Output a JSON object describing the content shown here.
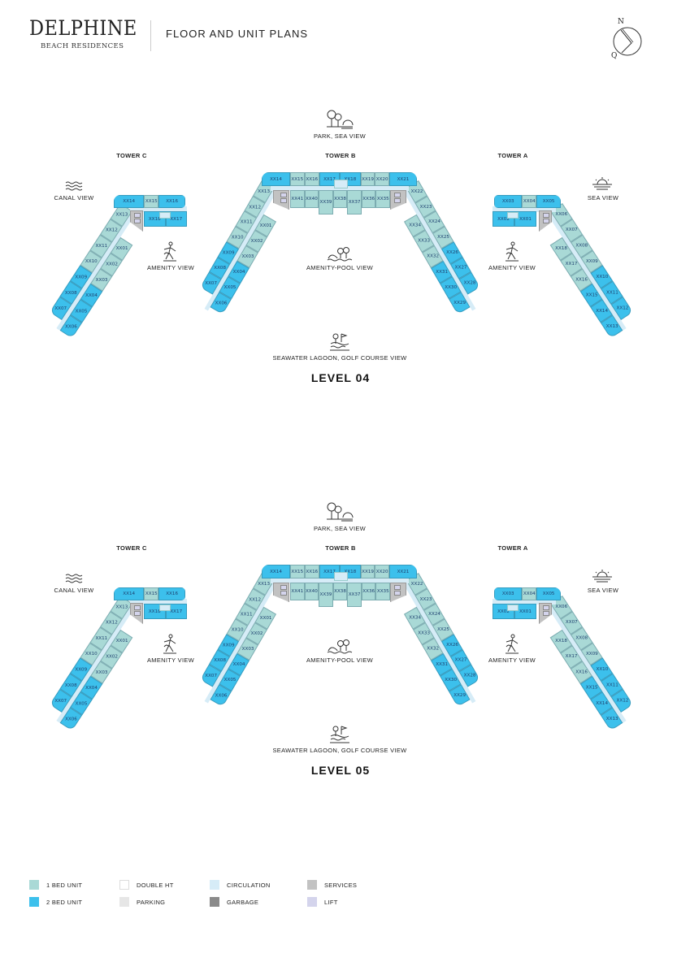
{
  "header": {
    "logo_main": "DELPHINE",
    "logo_sub": "BEACH RESIDENCES",
    "title": "FLOOR AND UNIT PLANS",
    "compass": {
      "north": "N",
      "south": "Q"
    }
  },
  "colors": {
    "one_bed": "#a9d9d6",
    "two_bed": "#3cc0ec",
    "double_ht": "#ffffff",
    "parking": "#e6e6e6",
    "circulation": "#d6ecf7",
    "garbage": "#8a8a8a",
    "services": "#c2c2c2",
    "lift": "#d4d4ec"
  },
  "levels": [
    {
      "title": "LEVEL 04",
      "views": {
        "top": "PARK, SEA VIEW",
        "left": "CANAL VIEW",
        "right": "SEA VIEW",
        "amenity_left": "AMENITY VIEW",
        "amenity_right": "AMENITY VIEW",
        "center": "AMENITY-POOL VIEW",
        "bottom": "SEAWATER LAGOON, GOLF COURSE VIEW"
      },
      "towers": {
        "c": {
          "name": "TOWER C",
          "row1": [
            {
              "u": "XX14",
              "t": 2
            },
            {
              "u": "XX15",
              "t": 1
            },
            {
              "u": "XX16",
              "t": 2
            }
          ],
          "row2": [
            {
              "u": "XX18",
              "t": 2
            },
            {
              "u": "XX17",
              "t": 2
            }
          ],
          "leg_outer": [
            {
              "u": "XX13",
              "t": 1
            },
            {
              "u": "XX12",
              "t": 1
            },
            {
              "u": "XX11",
              "t": 1
            },
            {
              "u": "XX10",
              "t": 1
            },
            {
              "u": "XX09",
              "t": 2
            },
            {
              "u": "XX08",
              "t": 2
            },
            {
              "u": "XX07",
              "t": 2
            }
          ],
          "leg_inner": [
            {
              "u": "XX01",
              "t": 1
            },
            {
              "u": "XX02",
              "t": 1
            },
            {
              "u": "XX03",
              "t": 1
            },
            {
              "u": "XX04",
              "t": 2
            },
            {
              "u": "XX05",
              "t": 2
            },
            {
              "u": "XX06",
              "t": 2
            }
          ]
        },
        "b": {
          "name": "TOWER B",
          "row1": [
            {
              "u": "XX14",
              "t": 2
            },
            {
              "u": "XX15",
              "t": 1
            },
            {
              "u": "XX16",
              "t": 1
            },
            {
              "u": "XX17",
              "t": 2
            },
            {
              "u": "XX18",
              "t": 2
            },
            {
              "u": "XX19",
              "t": 1
            },
            {
              "u": "XX20",
              "t": 1
            },
            {
              "u": "XX21",
              "t": 2
            }
          ],
          "row2": [
            {
              "u": "XX41",
              "t": 1
            },
            {
              "u": "XX40",
              "t": 1
            },
            {
              "u": "XX39",
              "t": 1
            },
            {
              "u": "XX38",
              "t": 1
            },
            {
              "u": "XX37",
              "t": 1
            },
            {
              "u": "XX36",
              "t": 1
            },
            {
              "u": "XX35",
              "t": 1
            }
          ],
          "leg_left_outer": [
            {
              "u": "XX13",
              "t": 1
            },
            {
              "u": "XX12",
              "t": 1
            },
            {
              "u": "XX11",
              "t": 1
            },
            {
              "u": "XX10",
              "t": 1
            },
            {
              "u": "XX09",
              "t": 2
            },
            {
              "u": "XX08",
              "t": 2
            },
            {
              "u": "XX07",
              "t": 2
            }
          ],
          "leg_left_inner": [
            {
              "u": "XX01",
              "t": 1
            },
            {
              "u": "XX02",
              "t": 1
            },
            {
              "u": "XX03",
              "t": 1
            },
            {
              "u": "XX04",
              "t": 2
            },
            {
              "u": "XX05",
              "t": 2
            },
            {
              "u": "XX06",
              "t": 2
            }
          ],
          "leg_right_outer": [
            {
              "u": "XX22",
              "t": 1
            },
            {
              "u": "XX23",
              "t": 1
            },
            {
              "u": "XX24",
              "t": 1
            },
            {
              "u": "XX25",
              "t": 1
            },
            {
              "u": "XX26",
              "t": 2
            },
            {
              "u": "XX27",
              "t": 2
            },
            {
              "u": "XX28",
              "t": 2
            }
          ],
          "leg_right_inner": [
            {
              "u": "XX34",
              "t": 1
            },
            {
              "u": "XX33",
              "t": 1
            },
            {
              "u": "XX32",
              "t": 1
            },
            {
              "u": "XX31",
              "t": 2
            },
            {
              "u": "XX30",
              "t": 2
            },
            {
              "u": "XX29",
              "t": 2
            }
          ]
        },
        "a": {
          "name": "TOWER A",
          "row1": [
            {
              "u": "XX03",
              "t": 2
            },
            {
              "u": "XX04",
              "t": 1
            },
            {
              "u": "XX05",
              "t": 2
            }
          ],
          "row2": [
            {
              "u": "XX02",
              "t": 2
            },
            {
              "u": "XX01",
              "t": 2
            }
          ],
          "leg_outer": [
            {
              "u": "XX06",
              "t": 1
            },
            {
              "u": "XX07",
              "t": 1
            },
            {
              "u": "XX08",
              "t": 1
            },
            {
              "u": "XX09",
              "t": 1
            },
            {
              "u": "XX10",
              "t": 2
            },
            {
              "u": "XX11",
              "t": 2
            },
            {
              "u": "XX12",
              "t": 2
            }
          ],
          "leg_inner": [
            {
              "u": "XX18",
              "t": 1
            },
            {
              "u": "XX17",
              "t": 1
            },
            {
              "u": "XX16",
              "t": 1
            },
            {
              "u": "XX15",
              "t": 2
            },
            {
              "u": "XX14",
              "t": 2
            },
            {
              "u": "XX13",
              "t": 2
            }
          ]
        }
      }
    },
    {
      "title": "LEVEL 05",
      "views": {
        "top": "PARK, SEA VIEW",
        "left": "CANAL VIEW",
        "right": "SEA VIEW",
        "amenity_left": "AMENITY VIEW",
        "amenity_right": "AMENITY VIEW",
        "center": "AMENITY-POOL VIEW",
        "bottom": "SEAWATER LAGOON, GOLF COURSE VIEW"
      },
      "towers": {
        "c": {
          "name": "TOWER C",
          "row1": [
            {
              "u": "XX14",
              "t": 2
            },
            {
              "u": "XX15",
              "t": 1
            },
            {
              "u": "XX16",
              "t": 2
            }
          ],
          "row2": [
            {
              "u": "XX18",
              "t": 2
            },
            {
              "u": "XX17",
              "t": 2
            }
          ],
          "leg_outer": [
            {
              "u": "XX13",
              "t": 1
            },
            {
              "u": "XX12",
              "t": 1
            },
            {
              "u": "XX11",
              "t": 1
            },
            {
              "u": "XX10",
              "t": 1
            },
            {
              "u": "XX09",
              "t": 2
            },
            {
              "u": "XX08",
              "t": 2
            },
            {
              "u": "XX07",
              "t": 2
            }
          ],
          "leg_inner": [
            {
              "u": "XX01",
              "t": 1
            },
            {
              "u": "XX02",
              "t": 1
            },
            {
              "u": "XX03",
              "t": 1
            },
            {
              "u": "XX04",
              "t": 2
            },
            {
              "u": "XX05",
              "t": 2
            },
            {
              "u": "XX06",
              "t": 2
            }
          ]
        },
        "b": {
          "name": "TOWER B",
          "row1": [
            {
              "u": "XX14",
              "t": 2
            },
            {
              "u": "XX15",
              "t": 1
            },
            {
              "u": "XX16",
              "t": 1
            },
            {
              "u": "XX17",
              "t": 2
            },
            {
              "u": "XX18",
              "t": 2
            },
            {
              "u": "XX19",
              "t": 1
            },
            {
              "u": "XX20",
              "t": 1
            },
            {
              "u": "XX21",
              "t": 2
            }
          ],
          "row2": [
            {
              "u": "XX41",
              "t": 1
            },
            {
              "u": "XX40",
              "t": 1
            },
            {
              "u": "XX39",
              "t": 1
            },
            {
              "u": "XX38",
              "t": 1
            },
            {
              "u": "XX37",
              "t": 1
            },
            {
              "u": "XX36",
              "t": 1
            },
            {
              "u": "XX35",
              "t": 1
            }
          ],
          "leg_left_outer": [
            {
              "u": "XX13",
              "t": 1
            },
            {
              "u": "XX12",
              "t": 1
            },
            {
              "u": "XX11",
              "t": 1
            },
            {
              "u": "XX10",
              "t": 1
            },
            {
              "u": "XX09",
              "t": 2
            },
            {
              "u": "XX08",
              "t": 2
            },
            {
              "u": "XX07",
              "t": 2
            }
          ],
          "leg_left_inner": [
            {
              "u": "XX01",
              "t": 1
            },
            {
              "u": "XX02",
              "t": 1
            },
            {
              "u": "XX03",
              "t": 1
            },
            {
              "u": "XX04",
              "t": 2
            },
            {
              "u": "XX05",
              "t": 2
            },
            {
              "u": "XX06",
              "t": 2
            }
          ],
          "leg_right_outer": [
            {
              "u": "XX22",
              "t": 1
            },
            {
              "u": "XX23",
              "t": 1
            },
            {
              "u": "XX24",
              "t": 1
            },
            {
              "u": "XX25",
              "t": 1
            },
            {
              "u": "XX26",
              "t": 2
            },
            {
              "u": "XX27",
              "t": 2
            },
            {
              "u": "XX28",
              "t": 2
            }
          ],
          "leg_right_inner": [
            {
              "u": "XX34",
              "t": 1
            },
            {
              "u": "XX33",
              "t": 1
            },
            {
              "u": "XX32",
              "t": 1
            },
            {
              "u": "XX31",
              "t": 2
            },
            {
              "u": "XX30",
              "t": 2
            },
            {
              "u": "XX29",
              "t": 2
            }
          ]
        },
        "a": {
          "name": "TOWER A",
          "row1": [
            {
              "u": "XX03",
              "t": 2
            },
            {
              "u": "XX04",
              "t": 1
            },
            {
              "u": "XX05",
              "t": 2
            }
          ],
          "row2": [
            {
              "u": "XX02",
              "t": 2
            },
            {
              "u": "XX01",
              "t": 2
            }
          ],
          "leg_outer": [
            {
              "u": "XX06",
              "t": 1
            },
            {
              "u": "XX07",
              "t": 1
            },
            {
              "u": "XX08",
              "t": 1
            },
            {
              "u": "XX09",
              "t": 1
            },
            {
              "u": "XX10",
              "t": 2
            },
            {
              "u": "XX11",
              "t": 2
            },
            {
              "u": "XX12",
              "t": 2
            }
          ],
          "leg_inner": [
            {
              "u": "XX18",
              "t": 1
            },
            {
              "u": "XX17",
              "t": 1
            },
            {
              "u": "XX16",
              "t": 1
            },
            {
              "u": "XX15",
              "t": 2
            },
            {
              "u": "XX14",
              "t": 2
            },
            {
              "u": "XX13",
              "t": 2
            }
          ]
        }
      }
    }
  ],
  "legend": [
    {
      "label": "1 BED UNIT",
      "color": "#a9d9d6"
    },
    {
      "label": "2 BED UNIT",
      "color": "#3cc0ec"
    },
    {
      "label": "DOUBLE HT",
      "color": "#ffffff"
    },
    {
      "label": "PARKING",
      "color": "#e6e6e6"
    },
    {
      "label": "CIRCULATION",
      "color": "#d6ecf7"
    },
    {
      "label": "GARBAGE",
      "color": "#8a8a8a"
    },
    {
      "label": "SERVICES",
      "color": "#c2c2c2"
    },
    {
      "label": "LIFT",
      "color": "#d4d4ec"
    }
  ]
}
